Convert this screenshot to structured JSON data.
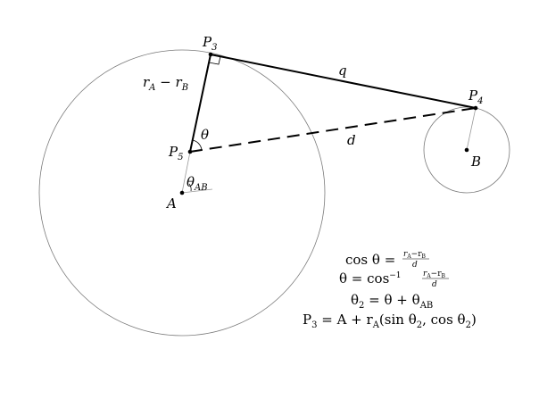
{
  "points": {
    "P3": {
      "base": "P",
      "sub": "3"
    },
    "P4": {
      "base": "P",
      "sub": "4"
    },
    "P5": {
      "base": "P",
      "sub": "5"
    },
    "A": "A",
    "B": "B"
  },
  "segment_labels": {
    "q": "q",
    "d": "d",
    "theta": "θ",
    "theta_ab": {
      "base": "θ",
      "sub": "AB"
    },
    "radius_diff": {
      "r": "r",
      "a": "A",
      "minus": " − ",
      "r2": "r",
      "b": "B"
    }
  },
  "equations": {
    "eq1": {
      "lhs": "cos θ = ",
      "num": "r",
      "num_sub_a": "A",
      "num_minus": "−r",
      "num_sub_b": "B",
      "den": "d"
    },
    "eq2": {
      "lhs": "θ = cos",
      "sup": "−1",
      "num": "r",
      "num_sub_a": "A",
      "num_minus": "−r",
      "num_sub_b": "B",
      "den": "d"
    },
    "eq3": {
      "lhs": "θ",
      "lhs_sub": "2",
      "mid": " = θ + θ",
      "rhs_sub": "AB"
    },
    "eq4": {
      "p": "P",
      "p_sub": "3",
      "mid": " = A + r",
      "r_sub": "A",
      "tail": "(sin θ",
      "tail_sub": "2",
      "tail2": ", cos θ",
      "tail_sub2": "2",
      "end": ")"
    }
  }
}
